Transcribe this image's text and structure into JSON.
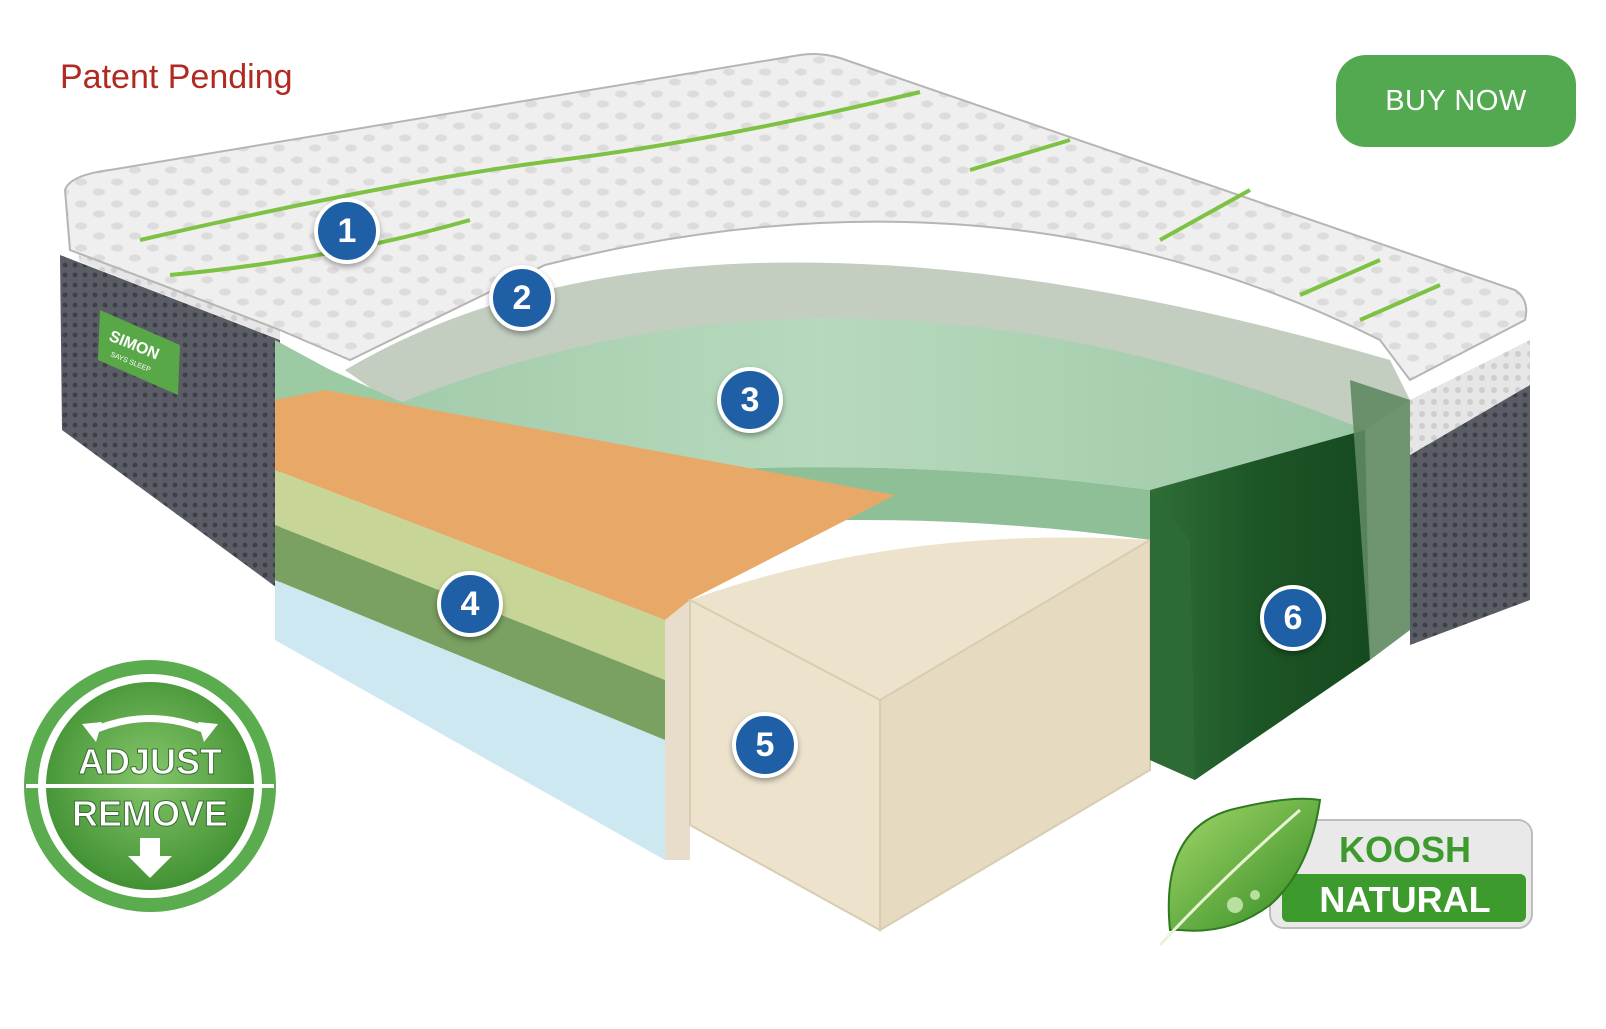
{
  "header": {
    "patent_text": "Patent Pending"
  },
  "buy_button": {
    "label": "BUY NOW"
  },
  "brand_tag": {
    "line1": "SIMON",
    "line2": "SAYS SLEEP"
  },
  "callouts": [
    "1",
    "2",
    "3",
    "4",
    "5",
    "6"
  ],
  "adjust_badge": {
    "top": "ADJUST",
    "bottom": "REMOVE"
  },
  "koosh_badge": {
    "line1": "KOOSH",
    "line2": "NATURAL"
  },
  "colors": {
    "accent_green": "#53a94f",
    "callout_blue": "#1f5fa6",
    "patent_red": "#b02a22",
    "layer_orange": "#e8a968",
    "layer_light_green": "#c7d597",
    "layer_mid_green": "#7aa062",
    "layer_blue": "#cde8f0",
    "core_cream": "#ede3cd",
    "edge_dark_green": "#1e5a2b"
  }
}
